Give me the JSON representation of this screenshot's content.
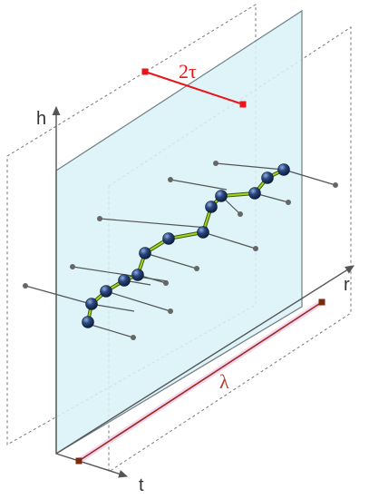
{
  "labels": {
    "h_axis": "h",
    "r_axis": "r",
    "t_axis": "t",
    "tau": "2τ",
    "lambda": "λ"
  },
  "colors": {
    "plane_fill": "#d8f2f8",
    "plane_stroke": "#6d7f86",
    "dashed_frame": "#777777",
    "axis": "#555555",
    "tau_marker": "#e8161b",
    "lambda_line": "#9b2c1b",
    "lambda_marker": "#7a2b0c",
    "lambda_halo": "#f4d6f0",
    "bead_fill": "#1f3560",
    "bead_highlight": "#6f8cc4",
    "chain_line": "#a3d31b",
    "chain_outline": "#3e5a10",
    "stick": "#555555",
    "stick_end": "#666666"
  }
}
